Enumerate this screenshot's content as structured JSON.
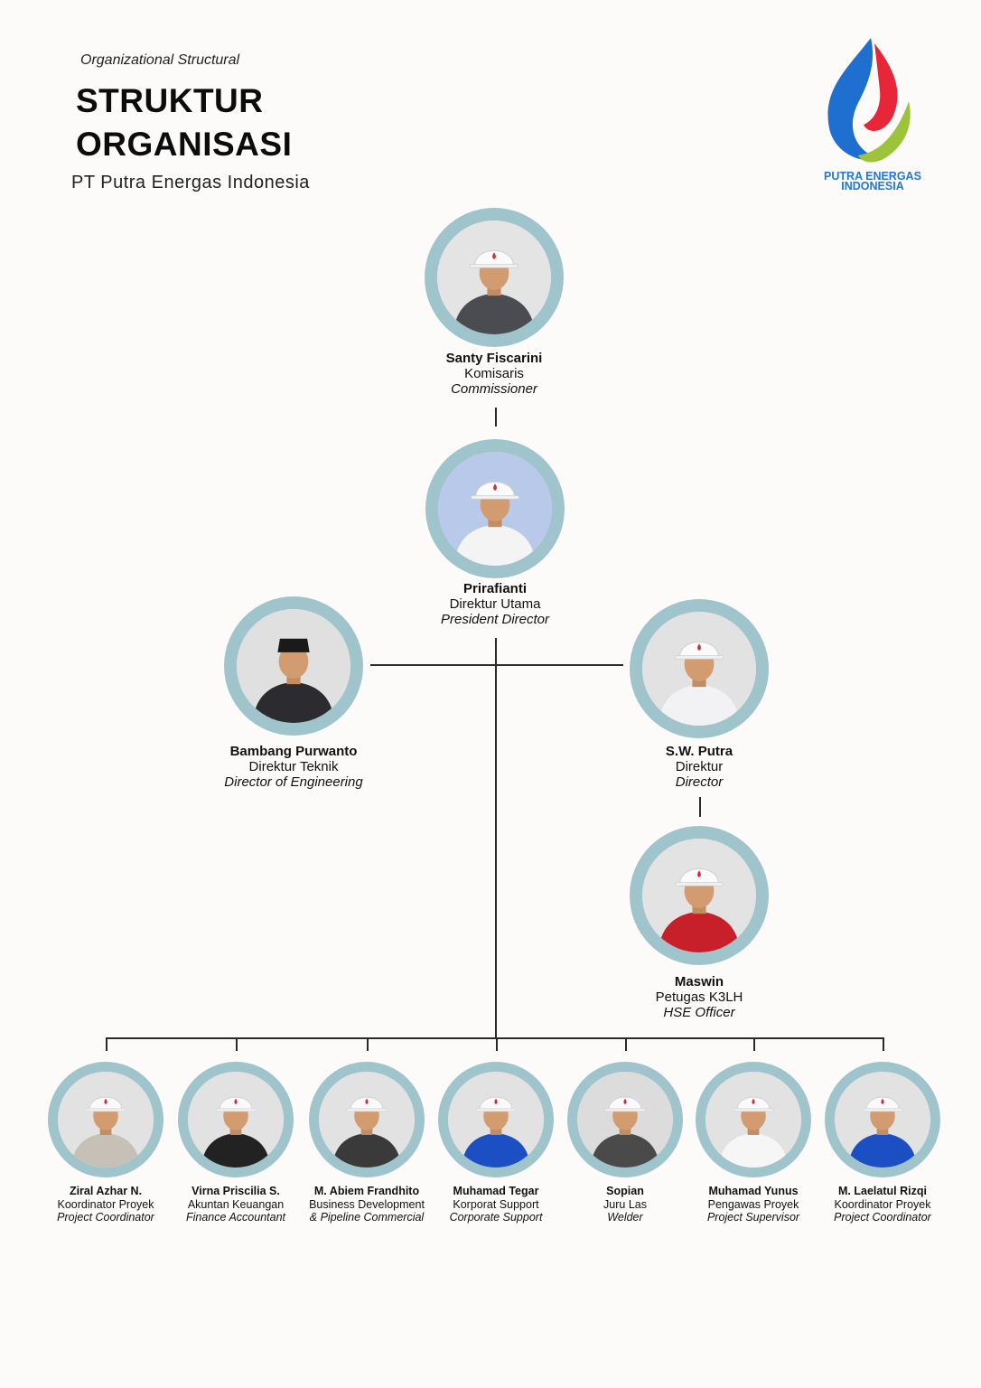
{
  "header": {
    "subtitle": "Organizational Structural",
    "title_line1": "STRUKTUR",
    "title_line2": "ORGANISASI",
    "company": "PT Putra Energas Indonesia"
  },
  "logo": {
    "line1": "PUTRA ENERGAS",
    "line2": "INDONESIA",
    "colors": {
      "blue": "#1f6fd0",
      "red": "#e8263a",
      "green": "#9cc43a"
    }
  },
  "colors": {
    "ring": "#9fc4cc",
    "line": "#2a2a2a",
    "background": "#fcfbfa"
  },
  "people": {
    "commissioner": {
      "name": "Santy Fiscarini",
      "role": "Komisaris",
      "role_en": "Commissioner",
      "photo_bg": "#e4e4e4",
      "attire": "#4b4b52",
      "hat": true
    },
    "president": {
      "name": "Prirafianti",
      "role": "Direktur Utama",
      "role_en": "President Director",
      "photo_bg": "#b9c9ea",
      "attire": "#f4f4f4",
      "hat": true
    },
    "engineering": {
      "name": "Bambang Purwanto",
      "role": "Direktur Teknik",
      "role_en": "Director of Engineering",
      "photo_bg": "#e0e0e0",
      "attire": "#2c2c30",
      "hat": false
    },
    "director": {
      "name": "S.W. Putra",
      "role": "Direktur",
      "role_en": "Director",
      "photo_bg": "#e2e2e2",
      "attire": "#f2f2f4",
      "hat": true
    },
    "hse": {
      "name": "Maswin",
      "role": "Petugas K3LH",
      "role_en": "HSE Officer",
      "photo_bg": "#e3e3e3",
      "attire": "#c8202a",
      "hat": true
    },
    "staff": [
      {
        "name": "Ziral Azhar N.",
        "role": "Koordinator Proyek",
        "role_en": "Project Coordinator",
        "photo_bg": "#e2e2e2",
        "attire": "#c7c0b6",
        "hat": true
      },
      {
        "name": "Virna Priscilia S.",
        "role": "Akuntan Keuangan",
        "role_en": "Finance Accountant",
        "photo_bg": "#e2e2e2",
        "attire": "#222222",
        "hat": true
      },
      {
        "name": "M. Abiem Frandhito",
        "role": "Business Development",
        "role_en": "& Pipeline Commercial",
        "photo_bg": "#e2e2e2",
        "attire": "#3a3a3a",
        "hat": true
      },
      {
        "name": "Muhamad Tegar",
        "role": "Korporat Support",
        "role_en": "Corporate Support",
        "photo_bg": "#e2e2e2",
        "attire": "#1d4fc4",
        "hat": true
      },
      {
        "name": "Sopian",
        "role": "Juru Las",
        "role_en": "Welder",
        "photo_bg": "#dcdcdc",
        "attire": "#4a4a4a",
        "hat": true
      },
      {
        "name": "Muhamad Yunus",
        "role": "Pengawas Proyek",
        "role_en": "Project Supervisor",
        "photo_bg": "#e2e2e2",
        "attire": "#f6f6f6",
        "hat": true
      },
      {
        "name": "M. Laelatul Rizqi",
        "role": "Koordinator Proyek",
        "role_en": "Project Coordinator",
        "photo_bg": "#e2e2e2",
        "attire": "#1d4fc4",
        "hat": true
      }
    ]
  }
}
